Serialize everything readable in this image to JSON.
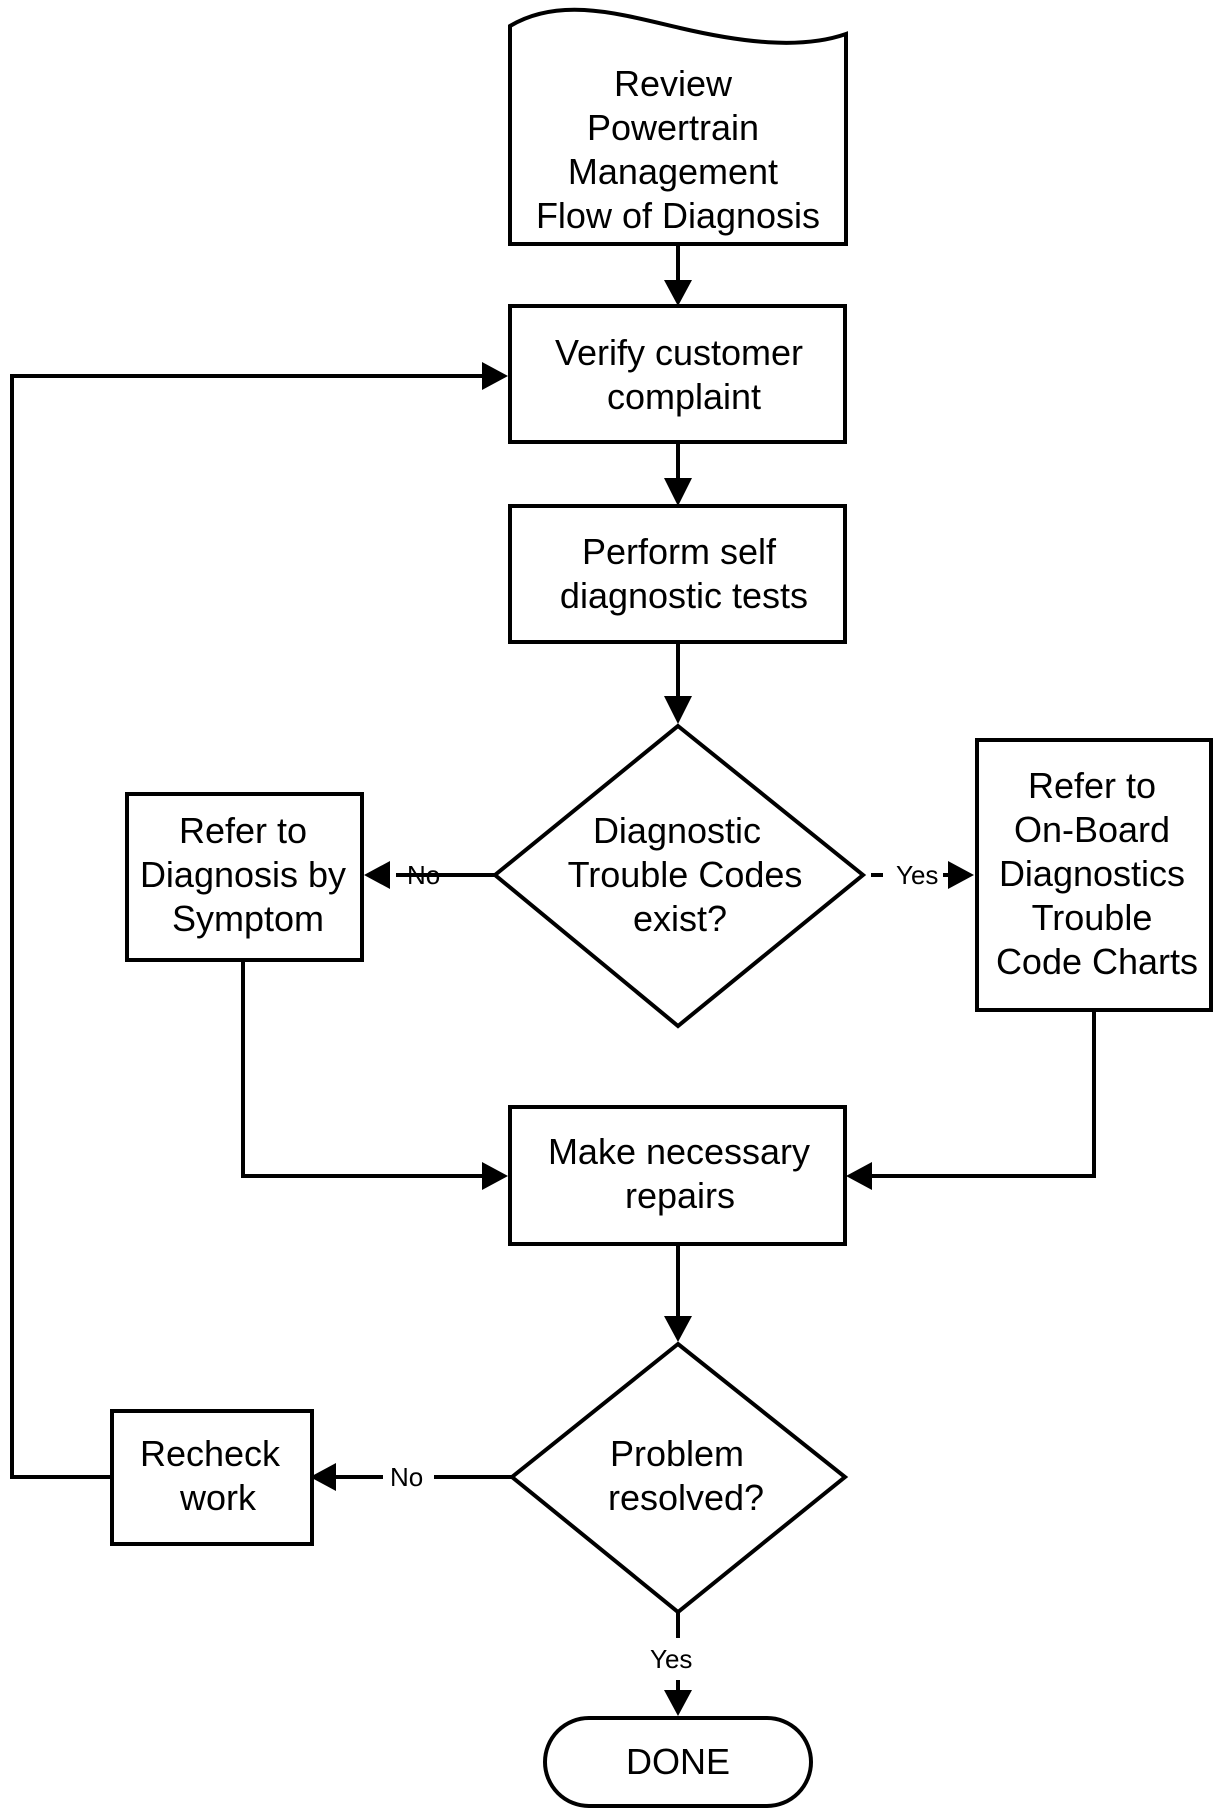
{
  "nodes": {
    "review": {
      "lines": [
        "Review",
        "Powertrain",
        "Management",
        "Flow of Diagnosis"
      ]
    },
    "verify": {
      "lines": [
        "Verify customer",
        "complaint"
      ]
    },
    "selftest": {
      "lines": [
        "Perform self",
        "diagnostic tests"
      ]
    },
    "dtc_decision": {
      "lines": [
        "Diagnostic",
        "Trouble Codes",
        "exist?"
      ]
    },
    "symptom": {
      "lines": [
        "Refer to",
        "Diagnosis by",
        "Symptom"
      ]
    },
    "obd": {
      "lines": [
        "Refer to",
        "On-Board",
        "Diagnostics",
        "Trouble",
        "Code Charts"
      ]
    },
    "repairs": {
      "lines": [
        "Make necessary",
        "repairs"
      ]
    },
    "resolved_decision": {
      "lines": [
        "Problem",
        "resolved?"
      ]
    },
    "recheck": {
      "lines": [
        "Recheck",
        "work"
      ]
    },
    "done": {
      "lines": [
        "DONE"
      ]
    }
  },
  "edge_labels": {
    "dtc_no": "No",
    "dtc_yes": "Yes",
    "resolved_no": "No",
    "resolved_yes": "Yes"
  },
  "colors": {
    "stroke": "#000000",
    "fill": "#ffffff",
    "text": "#000000"
  }
}
